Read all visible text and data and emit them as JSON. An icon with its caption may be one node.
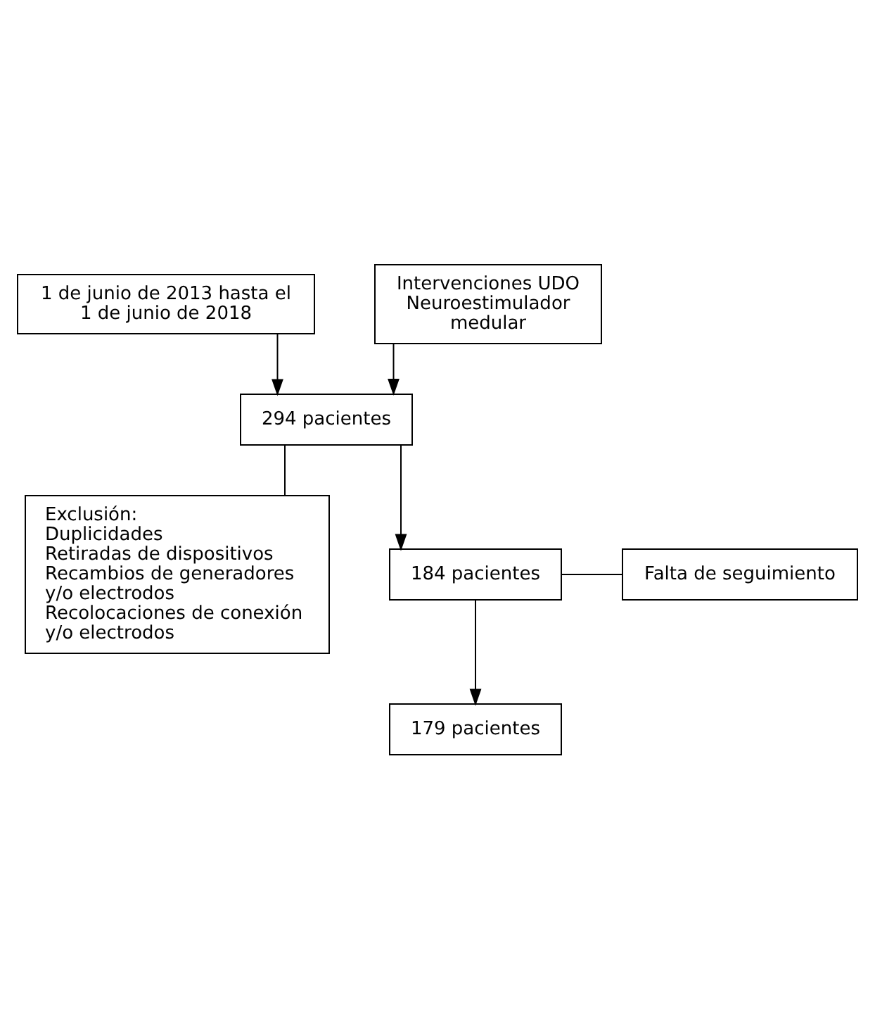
{
  "diagram": {
    "nodes": [
      {
        "text": [
          "1 de junio de 2013 hasta el 1 de junio de 2018"
        ]
      },
      {
        "text": [
          "Intervenciones UDO Neuroestimulador medular"
        ]
      },
      {
        "text": [
          "294 pacientes"
        ]
      },
      {
        "text": [
          "Exclusión:",
          "Duplicidades",
          "Retiradas de dispositivos",
          "Recambios de generadores y/o electrodos",
          "Recolocaciones de conexión y/o electrodos"
        ]
      },
      {
        "text": [
          "184 pacientes"
        ]
      },
      {
        "text": [
          "Falta de seguimiento"
        ]
      },
      {
        "text": [
          "179 pacientes"
        ]
      }
    ],
    "edges": [
      {
        "from": 0,
        "to": 2,
        "arrow": "to"
      },
      {
        "from": 1,
        "to": 2,
        "arrow": "to"
      },
      {
        "from": 2,
        "to": 4,
        "arrow": "to"
      },
      {
        "from": 2,
        "to": 3,
        "arrow": "none"
      },
      {
        "from": 4,
        "to": 6,
        "arrow": "to"
      },
      {
        "from": 4,
        "to": 5,
        "arrow": "none"
      }
    ]
  }
}
